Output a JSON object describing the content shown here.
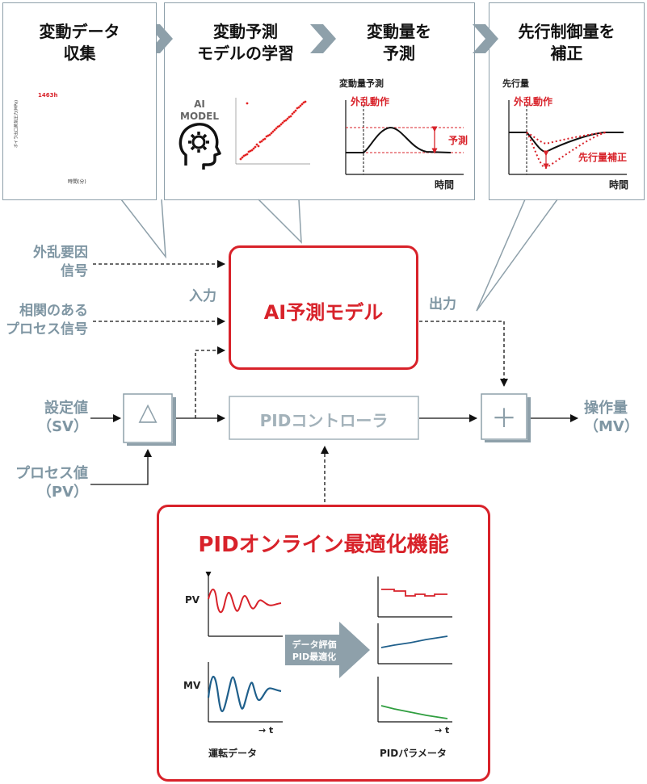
{
  "panels": [
    {
      "title": "変動データ\n収集"
    },
    {
      "title": "変動予測\nモデルの学習",
      "ai_label": "AI\nMODEL"
    },
    {
      "title": "変動量を\n予測",
      "graph_title": "変動量予測",
      "disturbance": "外乱動作",
      "prediction": "予測",
      "x_axis": "時間"
    },
    {
      "title": "先行制御量を\n補正",
      "graph_title": "先行量",
      "disturbance": "外乱動作",
      "correction": "先行量補正",
      "x_axis": "時間"
    }
  ],
  "panel1_chart": {
    "marker_label": "1463h",
    "x_axis": "時間(分)",
    "y_axis": "ボイラ出口蒸気圧力(MPa)"
  },
  "inputs": {
    "disturbance_signal": "外乱要因\n信号",
    "correlated_signal": "相関のある\nプロセス信号",
    "input_label": "入力",
    "output_label": "出力"
  },
  "ai_model": {
    "label": "AI予測モデル"
  },
  "sv": {
    "label": "設定値\n（SV）"
  },
  "pv": {
    "label": "プロセス値\n（PV）"
  },
  "delta_symbol": "△",
  "plus_symbol": "＋",
  "pid": {
    "label": "PIDコントローラ"
  },
  "mv": {
    "label": "操作量\n（MV）"
  },
  "optimization": {
    "title": "PIDオンライン最適化機能",
    "pv_axis": "PV",
    "mv_axis": "MV",
    "time_axis_left": "→ t",
    "time_axis_right": "→ t",
    "arrow_text": "データ評価\nPID最適化",
    "left_caption": "運転データ",
    "right_caption": "PIDパラメータ"
  },
  "colors": {
    "accent_red": "#d8222a",
    "gray": "#7f96a3",
    "pv_red": "#d8222a",
    "mv_blue": "#1f5f8b",
    "green": "#2f9e3f"
  }
}
